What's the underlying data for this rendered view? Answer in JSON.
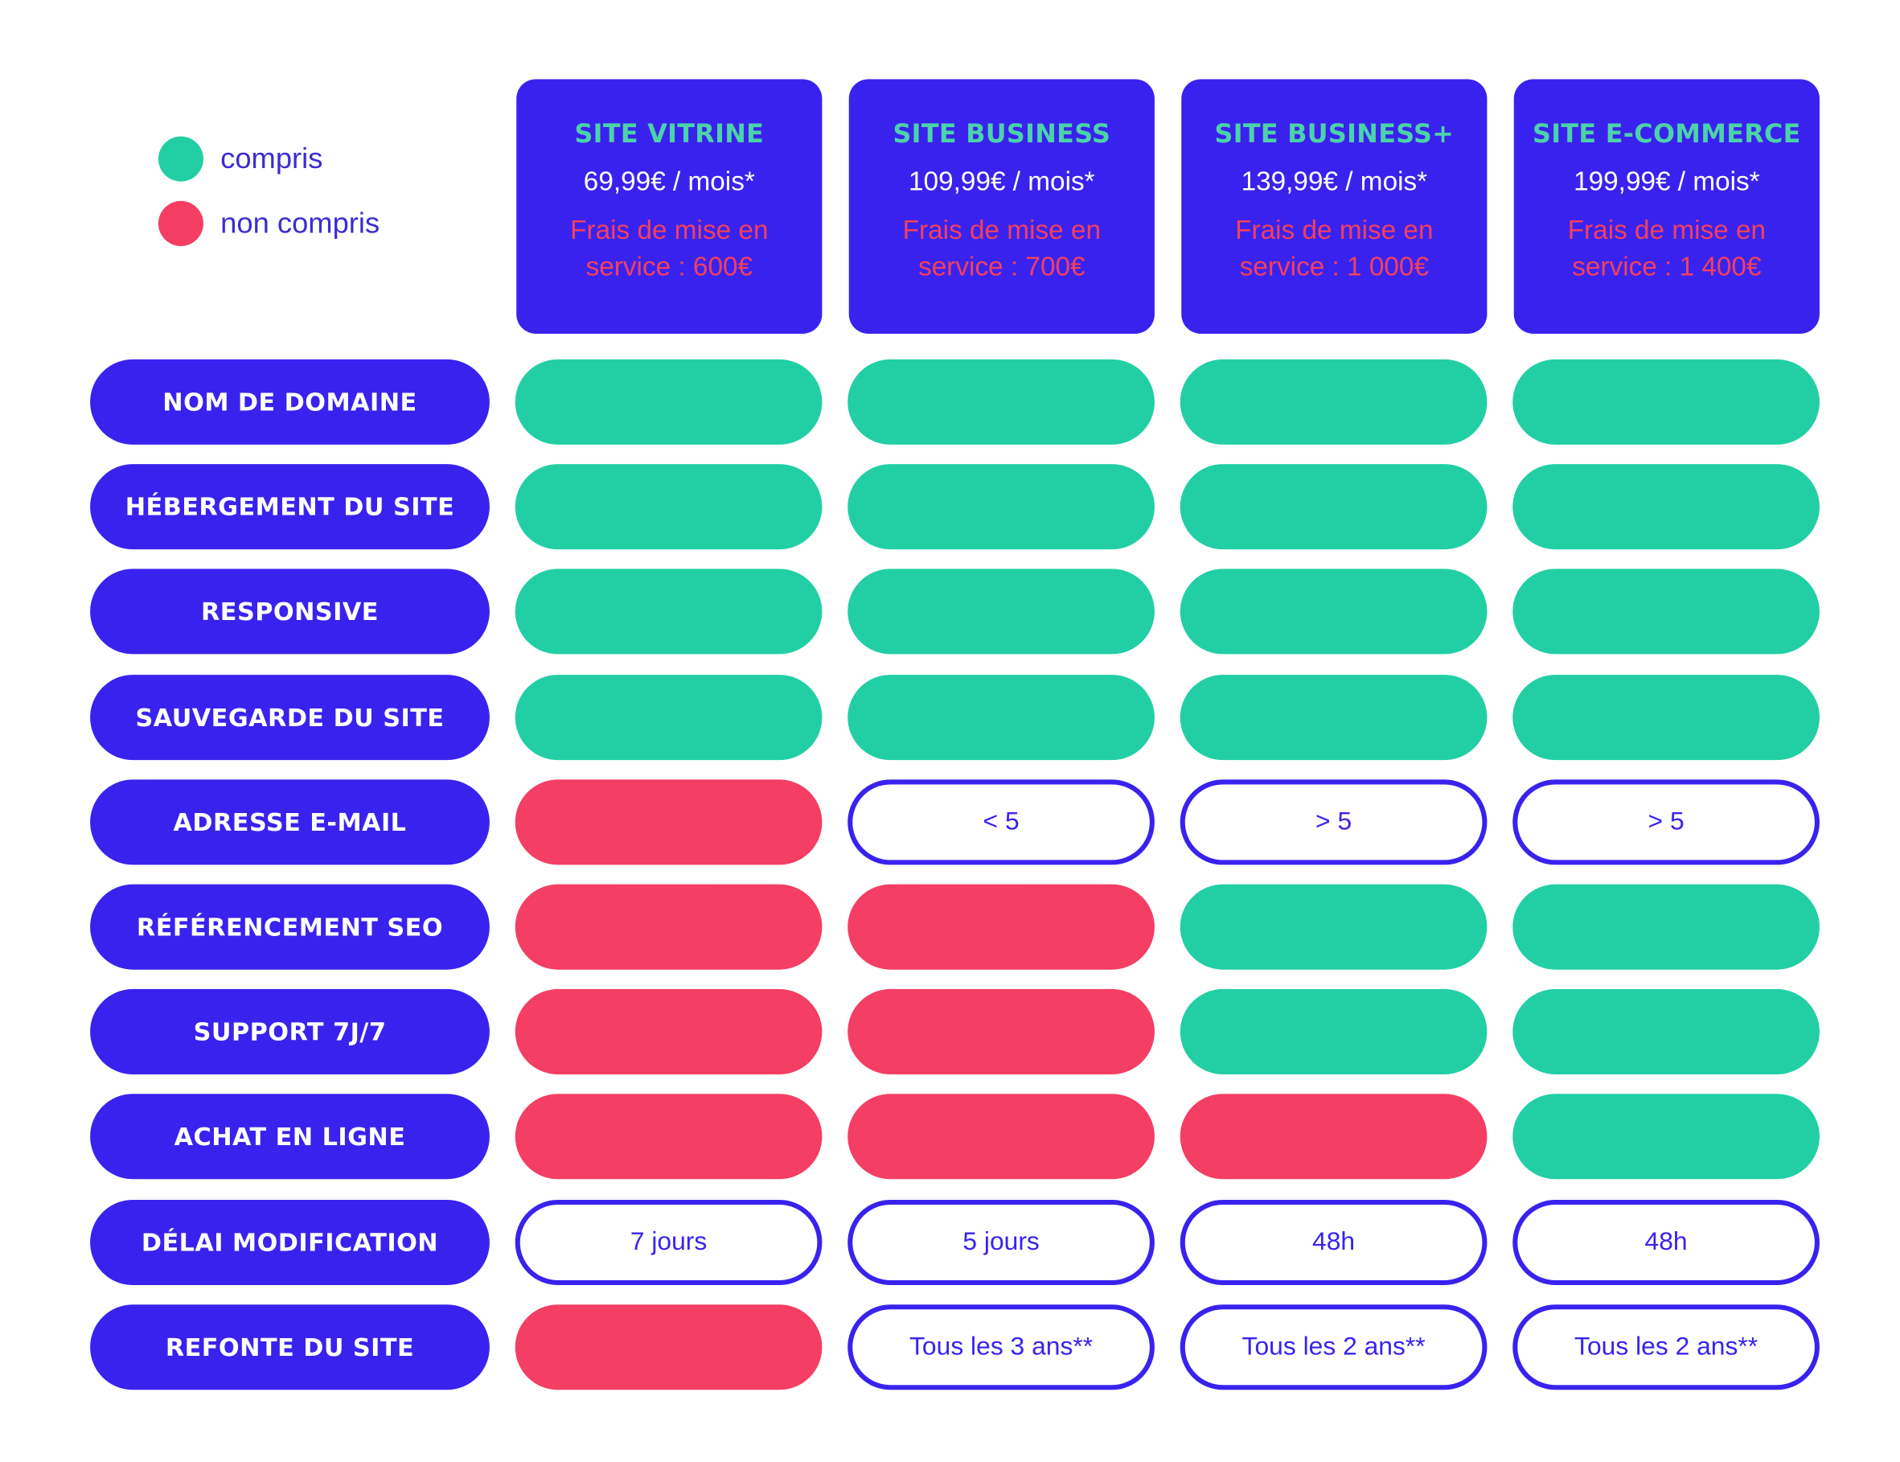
{
  "colors": {
    "primary": "#3a22ee",
    "included": "#22cfa5",
    "not_included": "#f43e64",
    "plan_name": "#4bd3a9"
  },
  "legend": {
    "included_label": "compris",
    "not_included_label": "non compris"
  },
  "plans": [
    {
      "name": "SITE VITRINE",
      "price": "69,99€ / mois*",
      "fee": "Frais de mise en service : 600€"
    },
    {
      "name": "SITE BUSINESS",
      "price": "109,99€ / mois*",
      "fee": "Frais de mise en service : 700€"
    },
    {
      "name": "SITE BUSINESS+",
      "price": "139,99€ / mois*",
      "fee": "Frais de mise en service : 1 000€"
    },
    {
      "name": "SITE E-COMMERCE",
      "price": "199,99€ / mois*",
      "fee": "Frais de mise en service : 1 400€"
    }
  ],
  "features": [
    {
      "label": "NOM DE DOMAINE",
      "cells": [
        {
          "status": "included"
        },
        {
          "status": "included"
        },
        {
          "status": "included"
        },
        {
          "status": "included"
        }
      ]
    },
    {
      "label": "HÉBERGEMENT DU SITE",
      "cells": [
        {
          "status": "included"
        },
        {
          "status": "included"
        },
        {
          "status": "included"
        },
        {
          "status": "included"
        }
      ]
    },
    {
      "label": "RESPONSIVE",
      "cells": [
        {
          "status": "included"
        },
        {
          "status": "included"
        },
        {
          "status": "included"
        },
        {
          "status": "included"
        }
      ]
    },
    {
      "label": "SAUVEGARDE DU SITE",
      "cells": [
        {
          "status": "included"
        },
        {
          "status": "included"
        },
        {
          "status": "included"
        },
        {
          "status": "included"
        }
      ]
    },
    {
      "label": "ADRESSE E-MAIL",
      "cells": [
        {
          "status": "not_included"
        },
        {
          "status": "text",
          "text": "< 5"
        },
        {
          "status": "text",
          "text": "> 5"
        },
        {
          "status": "text",
          "text": "> 5"
        }
      ]
    },
    {
      "label": "RÉFÉRENCEMENT SEO",
      "cells": [
        {
          "status": "not_included"
        },
        {
          "status": "not_included"
        },
        {
          "status": "included"
        },
        {
          "status": "included"
        }
      ]
    },
    {
      "label": "SUPPORT 7J/7",
      "cells": [
        {
          "status": "not_included"
        },
        {
          "status": "not_included"
        },
        {
          "status": "included"
        },
        {
          "status": "included"
        }
      ]
    },
    {
      "label": "ACHAT EN LIGNE",
      "cells": [
        {
          "status": "not_included"
        },
        {
          "status": "not_included"
        },
        {
          "status": "not_included"
        },
        {
          "status": "included"
        }
      ]
    },
    {
      "label": "DÉLAI MODIFICATION",
      "cells": [
        {
          "status": "text",
          "text": "7 jours"
        },
        {
          "status": "text",
          "text": "5 jours"
        },
        {
          "status": "text",
          "text": "48h"
        },
        {
          "status": "text",
          "text": "48h"
        }
      ]
    },
    {
      "label": "REFONTE DU SITE",
      "cells": [
        {
          "status": "not_included"
        },
        {
          "status": "text",
          "text": "Tous les 3 ans**"
        },
        {
          "status": "text",
          "text": "Tous les 2 ans**"
        },
        {
          "status": "text",
          "text": "Tous les 2 ans**"
        }
      ]
    }
  ]
}
